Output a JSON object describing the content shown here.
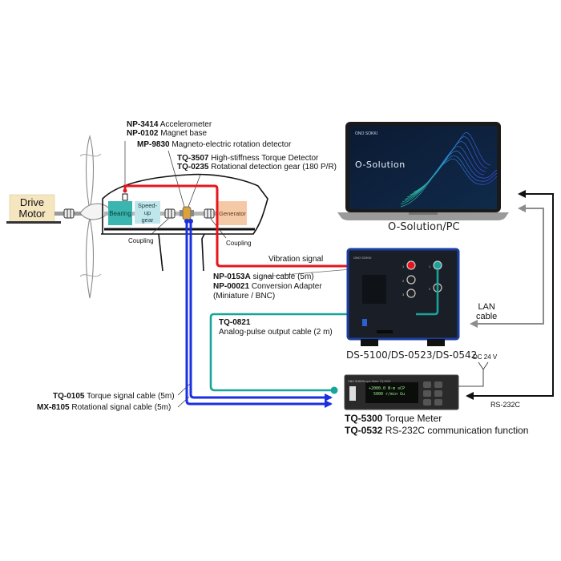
{
  "drive_motor": {
    "label_line1": "Drive",
    "label_line2": "Motor"
  },
  "nacelle": {
    "bearing": "Bearing",
    "speedup_gear_line1": "Speed-up",
    "speedup_gear_line2": "gear",
    "generator": "Generator",
    "coupling_left": "Coupling",
    "coupling_right": "Coupling"
  },
  "labels": {
    "accelerometer": {
      "code": "NP-3414",
      "desc": "Accelerometer"
    },
    "magnet_base": {
      "code": "NP-0102",
      "desc": "Magnet base"
    },
    "rotation_detector": {
      "code": "MP-9830",
      "desc": "Magneto-electric rotation detector"
    },
    "torque_detector": {
      "code": "TQ-3507",
      "desc": "High-stiffness Torque Detector"
    },
    "detection_gear": {
      "code": "TQ-0235",
      "desc": "Rotational detection gear (180 P/R)"
    },
    "vibration_signal": "Vibration signal",
    "signal_cable": {
      "code": "NP-0153A",
      "desc": "signal cable (5m)"
    },
    "conversion_adapter": {
      "code": "NP-00021",
      "desc": "Conversion Adapter"
    },
    "conversion_adapter_note": "(Miniature / BNC)",
    "analog_cable": {
      "code": "TQ-0821",
      "desc": "Analog-pulse output cable (2 m)"
    },
    "torque_cable": {
      "code": "TQ-0105",
      "desc": "Torque signal cable (5m)"
    },
    "rotational_cable": {
      "code": "MX-8105",
      "desc": "Rotational signal cable (5m)"
    },
    "lan_line1": "LAN",
    "lan_line2": "cable",
    "dc": "DC 24 V",
    "rs232c": "RS-232C"
  },
  "laptop": {
    "brand": "ONO SOKKI",
    "screen_title": "O-Solution",
    "caption": "O-Solution/PC"
  },
  "analyzer": {
    "brand": "ONO SOKKI",
    "caption": "DS-5100/DS-0523/DS-0542",
    "channels": [
      "1",
      "2",
      "3"
    ],
    "out_channels": [
      "1",
      "2"
    ]
  },
  "torque_meter": {
    "brand": "ONO SOKKI",
    "model_text": "Torque Meter TQ-5300",
    "display_line1": "+2000.0 N·m  ≡CP",
    "display_line2": "5000 r/min    Gu",
    "caption_code": "TQ-5300",
    "caption_desc": "Torque Meter",
    "option_code": "TQ-0532",
    "option_desc": "RS-232C communication function"
  },
  "colors": {
    "vibration": "#e8141c",
    "analog": "#19a39a",
    "torque_signal": "#1a2fe0",
    "lan": "#8c8c8c",
    "rs232c": "#111111",
    "bearing": "#3ab5b0",
    "speedup_gear": "#bfe6ea",
    "generator": "#f6c9a6",
    "drive_motor": "#f5e6bf"
  }
}
